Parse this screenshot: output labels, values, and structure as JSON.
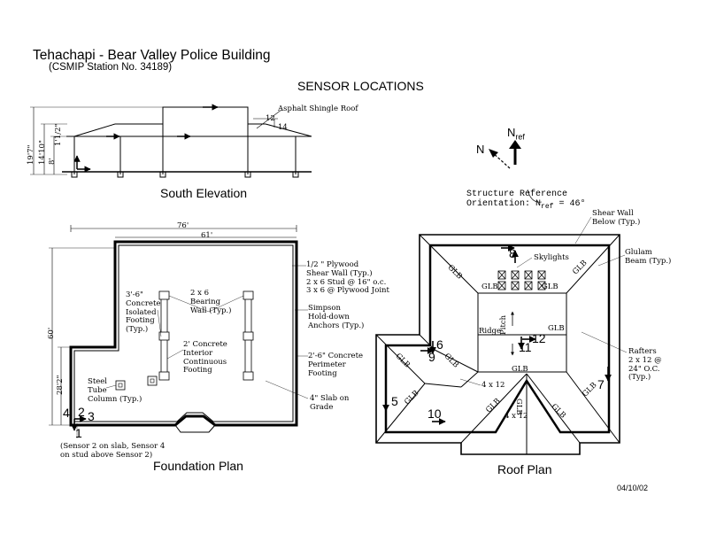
{
  "title": "Tehachapi - Bear Valley Police Building",
  "subtitle": "(CSMIP Station No. 34189)",
  "heading": "SENSOR LOCATIONS",
  "date": "04/10/02",
  "orientation": {
    "n_label": "N",
    "nref_label": "N",
    "nref_sub": "ref",
    "text_line1": "Structure Reference",
    "text_line2_prefix": "Orientation: N",
    "text_line2_sub": "ref",
    "text_line2_suffix": "= 46°"
  },
  "south_elevation": {
    "caption": "South Elevation",
    "roof_note": "Asphalt Shingle Roof",
    "pitch_run": "12",
    "pitch_rise": "14",
    "dim_total": "19'7\"",
    "dim_eave": "14'10\"",
    "dim_wall": "8'",
    "dim_top": "1'1/2\""
  },
  "foundation_plan": {
    "caption": "Foundation Plan",
    "dim_76": "76'",
    "dim_61": "61'",
    "dim_60": "60'",
    "dim_28": "28'2\"",
    "notes": {
      "plywood": [
        "1/2 \" Plywood",
        "Shear Wall (Typ.)",
        "2 x 6 Stud @ 16\" o.c.",
        "3 x 6 @ Plywood Joint"
      ],
      "simpson": [
        "Simpson",
        "Hold-down",
        "Anchors (Typ.)"
      ],
      "perimeter": [
        "2'-6\" Concrete",
        "Perimeter",
        "Footing"
      ],
      "slab": [
        "4\" Slab on",
        "Grade"
      ],
      "isolated": [
        "3'-6\"",
        "Concrete",
        "Isolated",
        "Footing",
        "(Typ.)"
      ],
      "bearing": [
        "2 x 6",
        "Bearing",
        "Wall (Typ.)"
      ],
      "interior": [
        "2' Concrete",
        "Interior",
        "Continuous",
        "Footing"
      ],
      "steel": [
        "Steel",
        "Tube",
        "Column (Typ.)"
      ],
      "sensor_note": [
        "(Sensor 2 on slab, Sensor 4",
        "on stud above Sensor 2)"
      ]
    },
    "sensors": [
      "1",
      "2",
      "3",
      "4"
    ]
  },
  "roof_plan": {
    "caption": "Roof Plan",
    "shear_wall_note": [
      "Shear Wall",
      "Below (Typ.)"
    ],
    "glulam_note": [
      "Glulam",
      "Beam (Typ.)"
    ],
    "skylights": "Skylights",
    "ridge": "Ridge",
    "pitch": "Pitch",
    "rafters_note": [
      "Rafters",
      "2 x 12 @",
      "24\" O.C.",
      "(Typ.)"
    ],
    "glb": "GLB",
    "beam_4x12": "4 x 12",
    "sensors": [
      "5",
      "6",
      "7",
      "8",
      "9",
      "10",
      "11",
      "12"
    ]
  }
}
